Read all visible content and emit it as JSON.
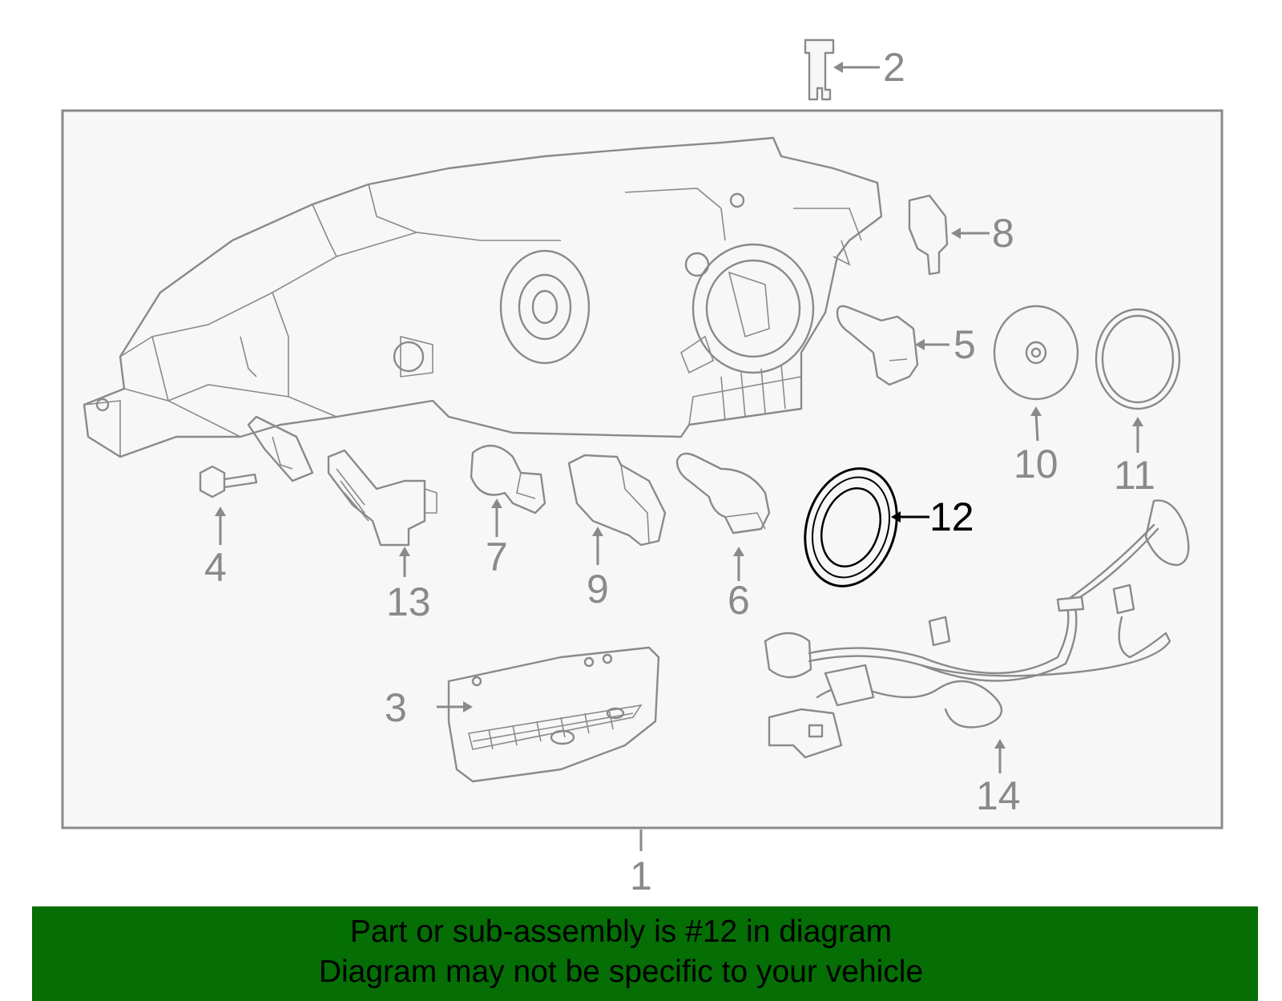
{
  "diagram": {
    "highlight_color": "#000000",
    "part_color": "#8a8a8a",
    "frame_fill": "#f7f7f7",
    "callouts": {
      "c1": "1",
      "c2": "2",
      "c3": "3",
      "c4": "4",
      "c5": "5",
      "c6": "6",
      "c7": "7",
      "c8": "8",
      "c9": "9",
      "c10": "10",
      "c11": "11",
      "c12": "12",
      "c13": "13",
      "c14": "14"
    },
    "highlighted_part": "12"
  },
  "banner": {
    "background": "#056e05",
    "line1": "Part or sub-assembly is #12 in diagram",
    "line2": "Diagram may not be specific to your vehicle"
  }
}
